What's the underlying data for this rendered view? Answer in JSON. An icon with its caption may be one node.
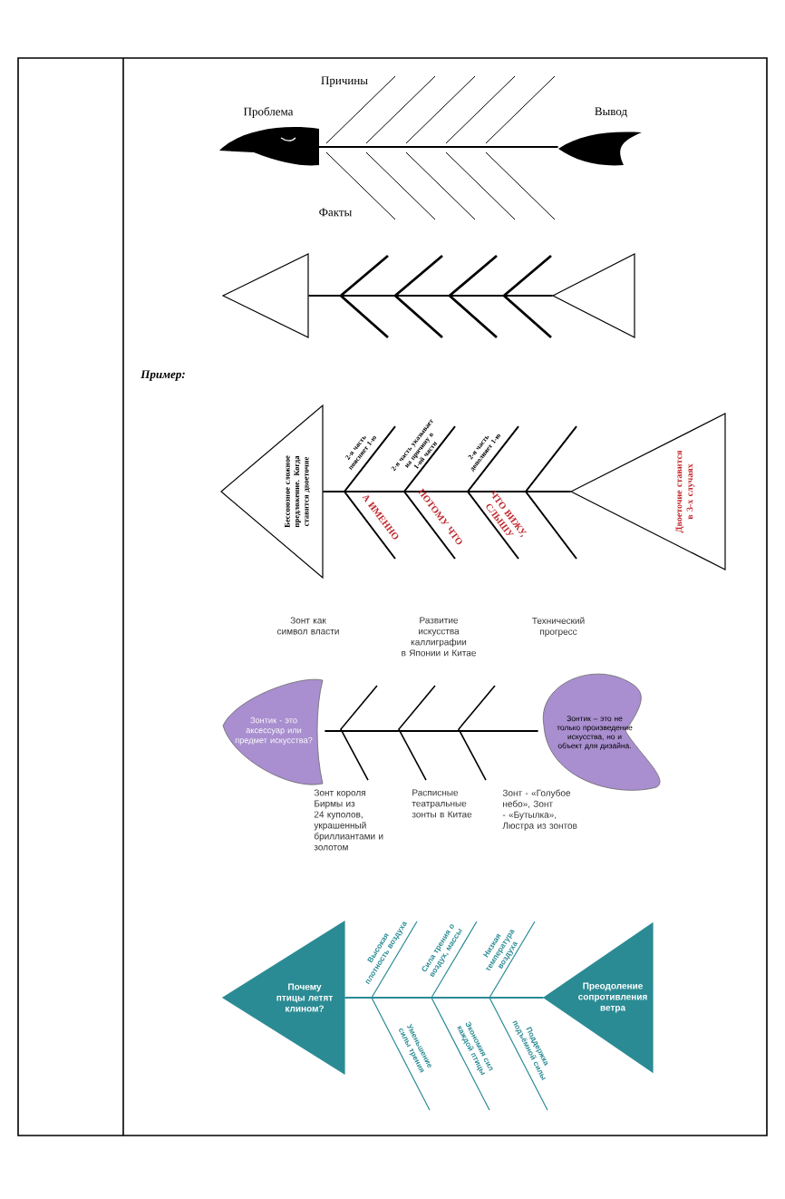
{
  "diagram": {
    "nodes": [
      {
        "text": [
          "Проблема"
        ]
      },
      {
        "text": [
          "Вывод"
        ]
      },
      {
        "text": [],
        "shape": "triangle"
      },
      {
        "text": [],
        "shape": "triangle"
      },
      {
        "text": [
          "Бессоюзное сложное предложение. Когда ставится двоеточие"
        ]
      },
      {
        "text": [
          "Двоеточие ставится в 3-х случаях"
        ]
      },
      {
        "text": [
          "Зонтик - это аксессуар или предмет искусства?"
        ]
      },
      {
        "text": [
          "Зонтик – это не только произведение искусства, но и объект для дизайна."
        ]
      },
      {
        "text": [
          "Почему птицы летят клином?"
        ]
      },
      {
        "text": [
          "Преодоление сопротивления ветра"
        ]
      }
    ],
    "edges": [
      {
        "from": 0,
        "to": 1,
        "arrow": "none"
      },
      {
        "from": 2,
        "to": 3,
        "arrow": "none"
      },
      {
        "from": 4,
        "to": 5,
        "arrow": "none"
      },
      {
        "from": 6,
        "to": 7,
        "arrow": "none"
      },
      {
        "from": 8,
        "to": 9,
        "arrow": "none",
        "color": "#2b8b94"
      }
    ],
    "labels": [
      "Причины",
      "Факты",
      "Пример:",
      "2-я часть поясняет 1-ю",
      "2-я часть указывает на причину в 1-ой части",
      "2-я часть дополняет 1-ю",
      "А ИМЕННО",
      "ПОТОМУ ЧТО",
      "ЧТО ВИЖУ, СЛЫШУ",
      "Зонт как символ власти",
      "Развитие искусства каллиграфии в Японии и Китае",
      "Технический прогресс",
      "Зонт короля Бирмы из 24 куполов, украшенный бриллиантами и золотом",
      "Расписные театральные зонты в Китае",
      "Зонт - «Голубое небо», Зонт - «Бутылка», Люстра из зонтов",
      "Высокая плотность воздуха",
      "Сила трения о воздух, массы",
      "Низкая температура воздуха",
      "Уменьшение силы трения",
      "Экономия сил каждой птицы",
      "Поддержка подъёмной силы"
    ]
  }
}
